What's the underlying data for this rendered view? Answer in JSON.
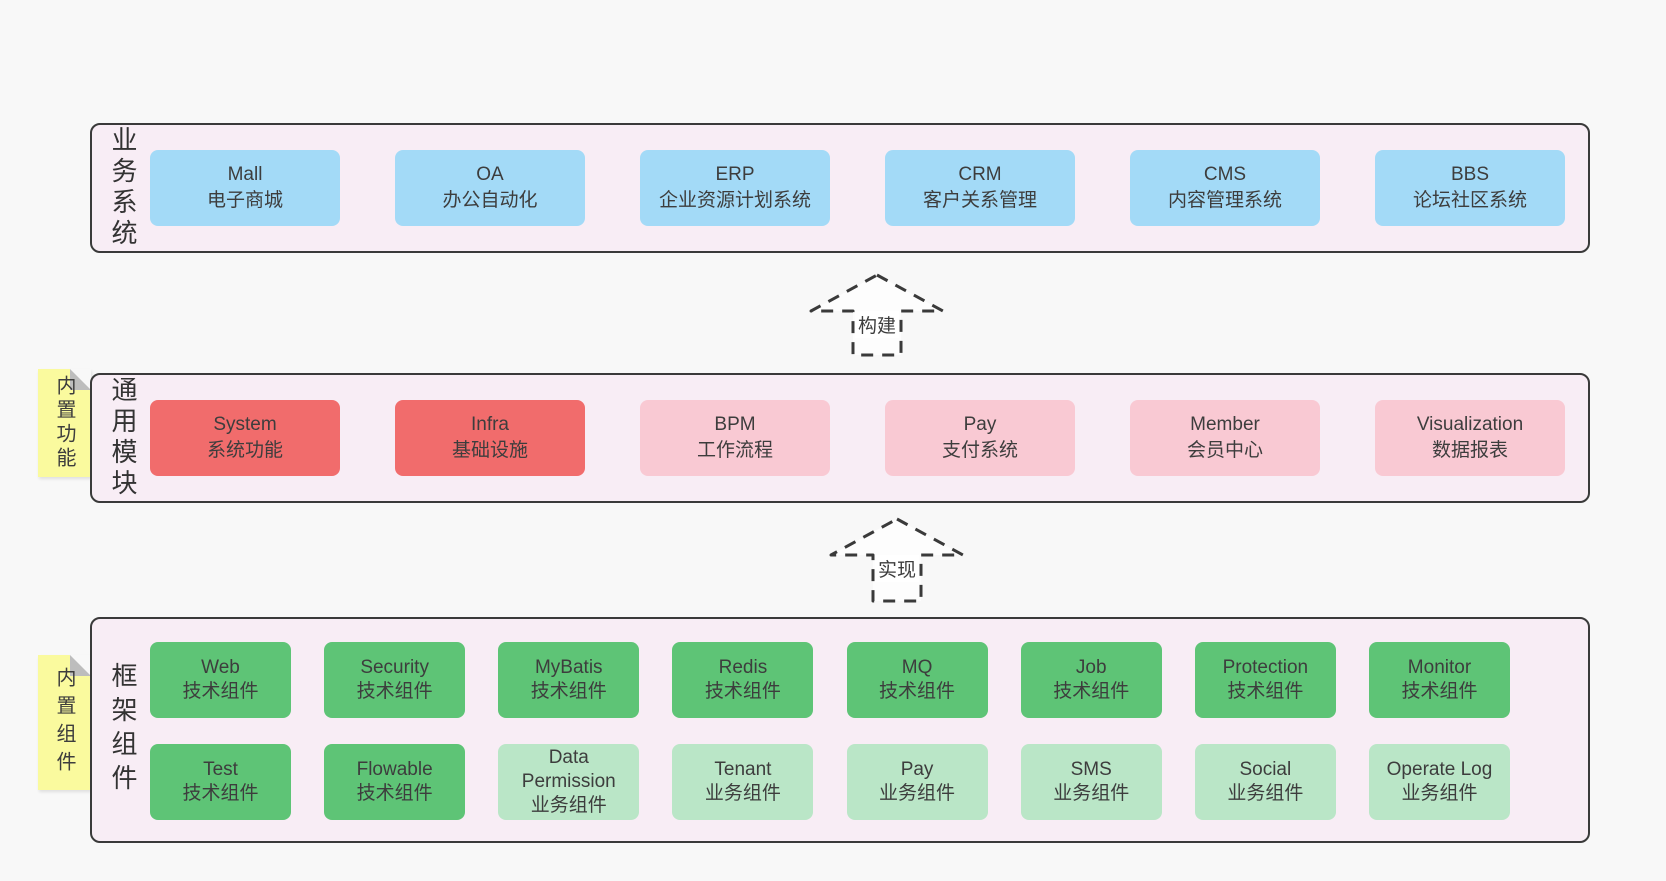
{
  "colors": {
    "background": "#f8f8f8",
    "panel_fill": "#f8edf5",
    "panel_border": "#3a3a3a",
    "note_fill": "#fafa9e",
    "note_fold": "#bdbdbd",
    "text": "#3d3d3d",
    "variants": {
      "blue": "#a3daf7",
      "red": "#f16c6c",
      "pink": "#f9c9d3",
      "green_dark": "#5ec476",
      "green_light": "#bae6c7"
    }
  },
  "arrows": [
    {
      "label": "构建"
    },
    {
      "label": "实现"
    }
  ],
  "bands": {
    "business": {
      "side_label": "业务系统",
      "boxes": [
        {
          "title": "Mall",
          "subtitle": "电子商城"
        },
        {
          "title": "OA",
          "subtitle": "办公自动化"
        },
        {
          "title": "ERP",
          "subtitle": "企业资源计划系统"
        },
        {
          "title": "CRM",
          "subtitle": "客户关系管理"
        },
        {
          "title": "CMS",
          "subtitle": "内容管理系统"
        },
        {
          "title": "BBS",
          "subtitle": "论坛社区系统"
        }
      ]
    },
    "modules": {
      "side_label": "通用模块",
      "note": "内置功能",
      "boxes": [
        {
          "title": "System",
          "subtitle": "系统功能"
        },
        {
          "title": "Infra",
          "subtitle": "基础设施"
        },
        {
          "title": "BPM",
          "subtitle": "工作流程"
        },
        {
          "title": "Pay",
          "subtitle": "支付系统"
        },
        {
          "title": "Member",
          "subtitle": "会员中心"
        },
        {
          "title": "Visualization",
          "subtitle": "数据报表"
        }
      ]
    },
    "components": {
      "side_label": "框架组件",
      "note": "内置组件",
      "row1": [
        {
          "title": "Web",
          "subtitle": "技术组件"
        },
        {
          "title": "Security",
          "subtitle": "技术组件"
        },
        {
          "title": "MyBatis",
          "subtitle": "技术组件"
        },
        {
          "title": "Redis",
          "subtitle": "技术组件"
        },
        {
          "title": "MQ",
          "subtitle": "技术组件"
        },
        {
          "title": "Job",
          "subtitle": "技术组件"
        },
        {
          "title": "Protection",
          "subtitle": "技术组件"
        },
        {
          "title": "Monitor",
          "subtitle": "技术组件"
        }
      ],
      "row2": [
        {
          "title": "Test",
          "subtitle": "技术组件"
        },
        {
          "title": "Flowable",
          "subtitle": "技术组件"
        },
        {
          "title": "Data Permission",
          "subtitle": "业务组件"
        },
        {
          "title": "Tenant",
          "subtitle": "业务组件"
        },
        {
          "title": "Pay",
          "subtitle": "业务组件"
        },
        {
          "title": "SMS",
          "subtitle": "业务组件"
        },
        {
          "title": "Social",
          "subtitle": "业务组件"
        },
        {
          "title": "Operate Log",
          "subtitle": "业务组件"
        }
      ]
    }
  }
}
